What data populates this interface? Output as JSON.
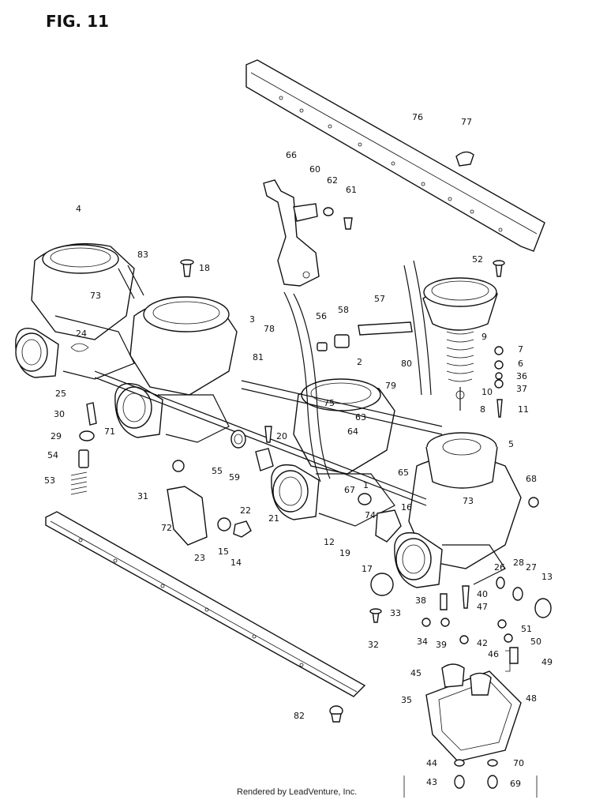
{
  "title": "FIG. 11",
  "footer": "Rendered by LeadVenture, Inc.",
  "callouts": [
    "76",
    "77",
    "66",
    "60",
    "62",
    "61",
    "4",
    "83",
    "18",
    "3",
    "52",
    "57",
    "58",
    "56",
    "78",
    "80",
    "7",
    "6",
    "36",
    "37",
    "10",
    "8",
    "11",
    "9",
    "5",
    "81",
    "2",
    "79",
    "75",
    "63",
    "64",
    "24",
    "73",
    "25",
    "30",
    "71",
    "29",
    "54",
    "53",
    "31",
    "55",
    "59",
    "20",
    "22",
    "21",
    "67",
    "1",
    "65",
    "74",
    "16",
    "73b",
    "68",
    "72",
    "15",
    "14",
    "23",
    "12",
    "19",
    "17",
    "26",
    "28",
    "27",
    "13",
    "33",
    "32",
    "38",
    "40",
    "47",
    "34",
    "39",
    "42",
    "51",
    "50",
    "46",
    "49",
    "45",
    "48",
    "35",
    "44",
    "70",
    "43",
    "69",
    "82"
  ],
  "callout_text": {
    "76": "76",
    "77": "77",
    "66": "66",
    "60": "60",
    "62": "62",
    "61": "61",
    "4": "4",
    "83": "83",
    "18": "18",
    "3": "3",
    "52": "52",
    "57": "57",
    "58": "58",
    "56": "56",
    "78": "78",
    "80": "80",
    "7": "7",
    "6": "6",
    "36": "36",
    "37": "37",
    "10": "10",
    "8": "8",
    "11": "11",
    "9": "9",
    "5": "5",
    "81": "81",
    "2": "2",
    "79": "79",
    "75": "75",
    "63": "63",
    "64": "64",
    "24": "24",
    "73": "73",
    "25": "25",
    "30": "30",
    "71": "71",
    "29": "29",
    "54": "54",
    "53": "53",
    "31": "31",
    "55": "55",
    "59": "59",
    "20": "20",
    "22": "22",
    "21": "21",
    "67": "67",
    "1": "1",
    "65": "65",
    "74": "74",
    "16": "16",
    "73b": "73",
    "68": "68",
    "72": "72",
    "15": "15",
    "14": "14",
    "23": "23",
    "12": "12",
    "19": "19",
    "17": "17",
    "26": "26",
    "28": "28",
    "27": "27",
    "13": "13",
    "33": "33",
    "32": "32",
    "38": "38",
    "40": "40",
    "47": "47",
    "34": "34",
    "39": "39",
    "42": "42",
    "51": "51",
    "50": "50",
    "46": "46",
    "49": "49",
    "45": "45",
    "48": "48",
    "35": "35",
    "44": "44",
    "70": "70",
    "43": "43",
    "69": "69",
    "82": "82"
  }
}
